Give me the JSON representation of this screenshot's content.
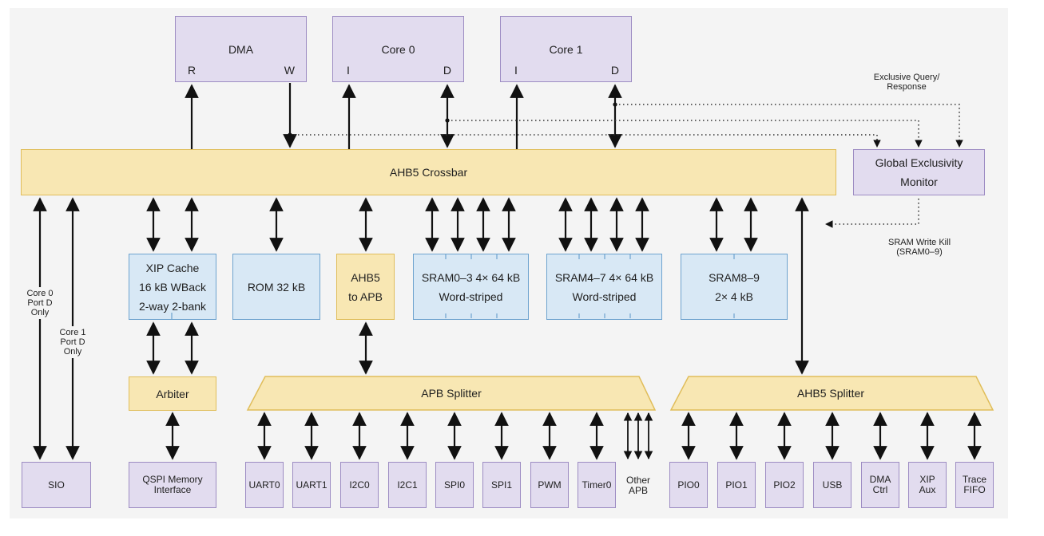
{
  "masters": {
    "dma": {
      "title": "DMA",
      "port_r": "R",
      "port_w": "W"
    },
    "core0": {
      "title": "Core 0",
      "port_i": "I",
      "port_d": "D"
    },
    "core1": {
      "title": "Core 1",
      "port_i": "I",
      "port_d": "D"
    }
  },
  "crossbar": {
    "title": "AHB5 Crossbar"
  },
  "monitor": {
    "line1": "Global Exclusivity",
    "line2": "Monitor"
  },
  "annotations": {
    "exclusive_1": "Exclusive Query/",
    "exclusive_2": "Response",
    "write_kill_1": "SRAM Write Kill",
    "write_kill_2": "(SRAM0–9)",
    "core0_1": "Core 0",
    "core0_2": "Port D",
    "core0_3": "Only",
    "core1_1": "Core 1",
    "core1_2": "Port D",
    "core1_3": "Only"
  },
  "slaves": {
    "xip": {
      "line1": "XIP Cache",
      "line2": "16 kB WBack",
      "line3": "2-way 2-bank"
    },
    "rom": {
      "title": "ROM 32 kB"
    },
    "ahb5_apb": {
      "line1": "AHB5",
      "line2": "to APB"
    },
    "sram03": {
      "line1": "SRAM0–3  4× 64 kB",
      "line2": "Word-striped"
    },
    "sram47": {
      "line1": "SRAM4–7  4× 64 kB",
      "line2": "Word-striped"
    },
    "sram89": {
      "line1": "SRAM8–9",
      "line2": "2× 4 kB"
    }
  },
  "arbiter": {
    "title": "Arbiter"
  },
  "apb_splitter": {
    "title": "APB Splitter"
  },
  "ahb5_splitter": {
    "title": "AHB5 Splitter"
  },
  "peripherals": {
    "sio": "SIO",
    "qspi_1": "QSPI Memory",
    "qspi_2": "Interface",
    "uart0": "UART0",
    "uart1": "UART1",
    "i2c0": "I2C0",
    "i2c1": "I2C1",
    "spi0": "SPI0",
    "spi1": "SPI1",
    "pwm": "PWM",
    "timer0": "Timer0",
    "other_apb_1": "Other",
    "other_apb_2": "APB",
    "pio0": "PIO0",
    "pio1": "PIO1",
    "pio2": "PIO2",
    "usb": "USB",
    "dma_ctrl_1": "DMA",
    "dma_ctrl_2": "Ctrl",
    "xip_aux_1": "XIP",
    "xip_aux_2": "Aux",
    "trace_fifo_1": "Trace",
    "trace_fifo_2": "FIFO"
  },
  "colors": {
    "master_fill": "#e2dcef",
    "bus_fill": "#f8e7b3",
    "memory_fill": "#d8e8f5",
    "wire": "#111111"
  }
}
